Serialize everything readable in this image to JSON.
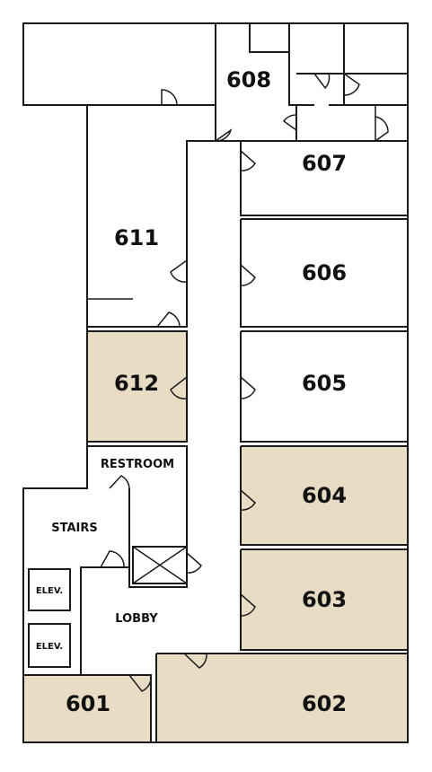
{
  "colors": {
    "highlight": "#e8dcc4",
    "plain": "#ffffff",
    "wall": "#1a1a1a"
  },
  "rooms": {
    "r601": "601",
    "r602": "602",
    "r603": "603",
    "r604": "604",
    "r605": "605",
    "r606": "606",
    "r607": "607",
    "r608": "608",
    "r611": "611",
    "r612": "612"
  },
  "areas": {
    "restroom": "RESTROOM",
    "stairs": "STAIRS",
    "lobby": "LOBBY",
    "elevator_1": "ELEV.",
    "elevator_2": "ELEV."
  },
  "highlighted_rooms": [
    "601",
    "602",
    "603",
    "604",
    "612"
  ]
}
